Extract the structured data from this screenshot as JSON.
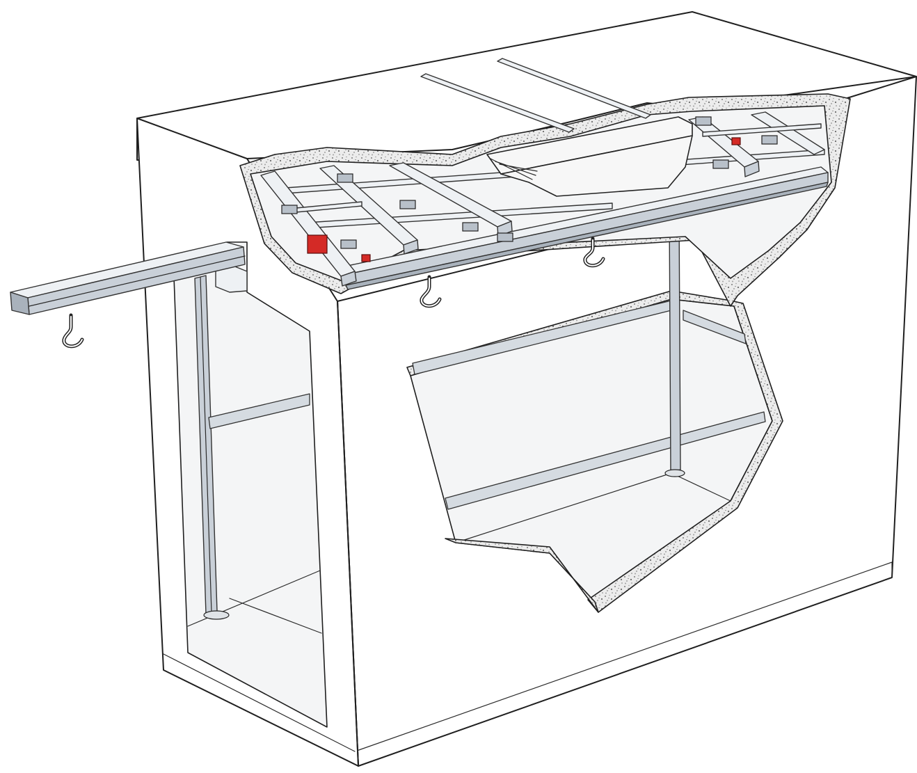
{
  "figure": {
    "colors": {
      "line": "#1f1f1f",
      "wall": "#ffffff",
      "rail_light": "#eef1f4",
      "rail_mid": "#c9d0d8",
      "rail_dark": "#a9b2bc",
      "insulation": "#e9e9e9",
      "accent_red": "#d42a26"
    },
    "components": [
      "cold-room-enclosure",
      "cutaway-insulation",
      "ceiling-rail-grid",
      "extension-rail",
      "meat-hooks",
      "support-columns",
      "cross-braces",
      "cooling-unit",
      "red-trolleys"
    ],
    "hook_count": 3
  }
}
